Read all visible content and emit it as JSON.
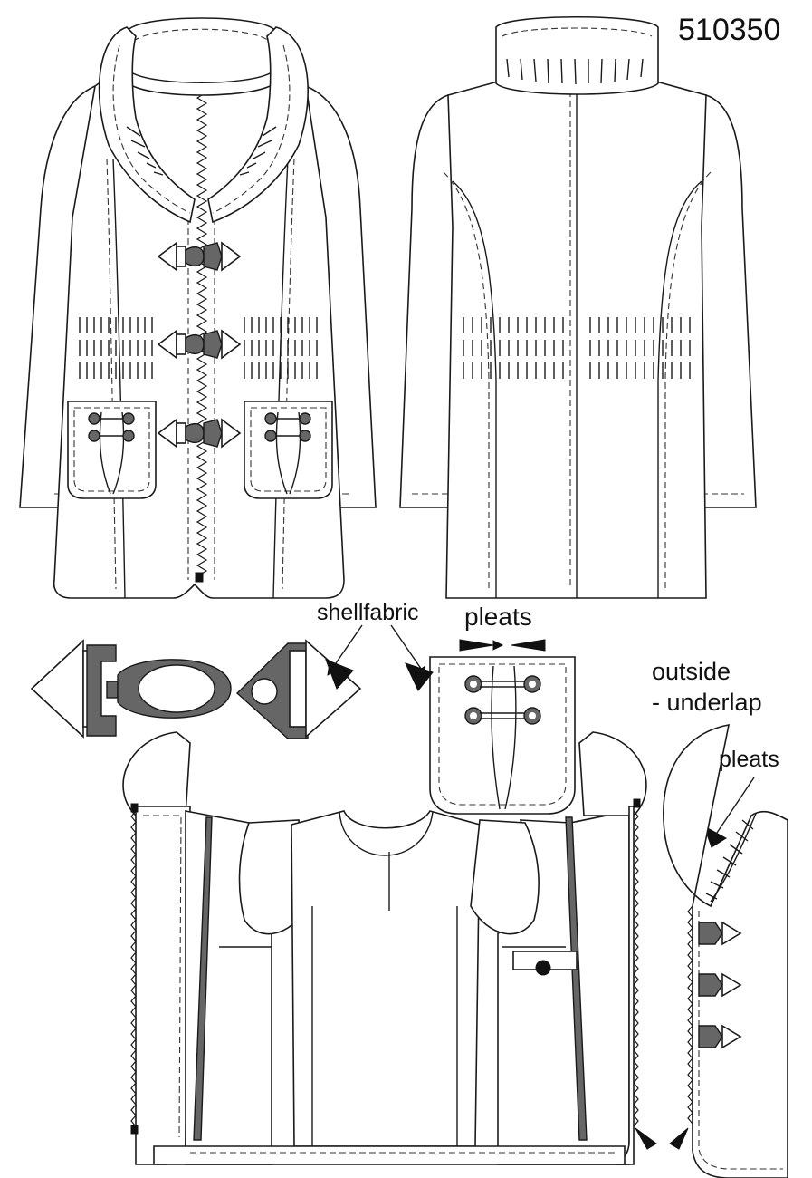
{
  "labels": {
    "model_number": "510350",
    "shellfabric": "shellfabric",
    "pleats_top": "pleats",
    "outside_line1": "outside",
    "outside_line2": "- underlap",
    "pleats_side": "pleats"
  },
  "colors": {
    "outline": "#1a1a1a",
    "hardware_gray": "#666666",
    "background": "#ffffff"
  }
}
